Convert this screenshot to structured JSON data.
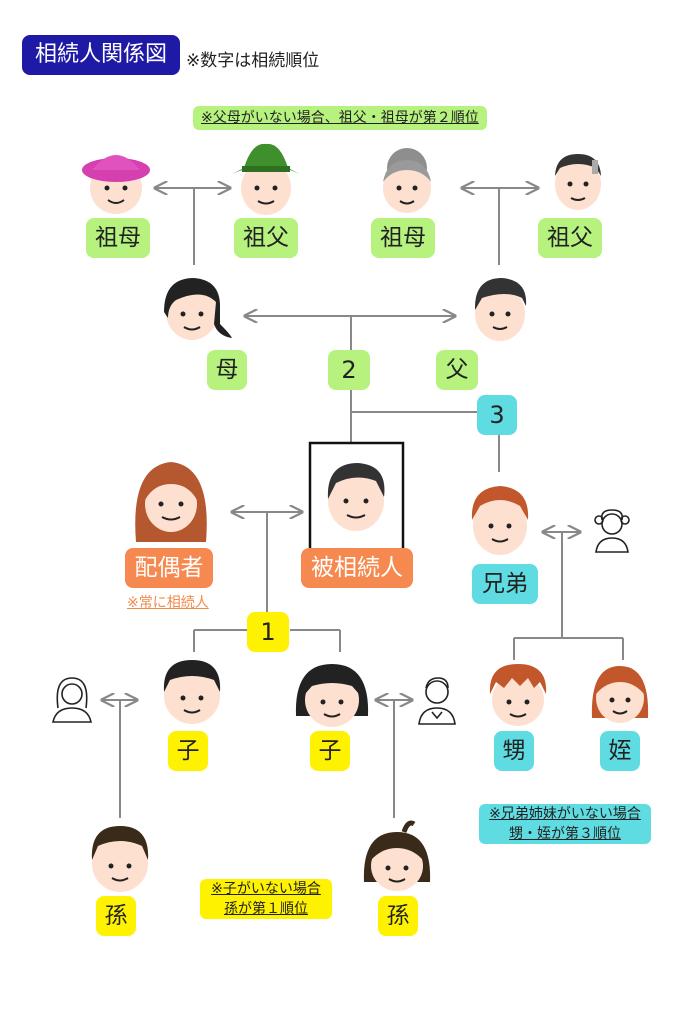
{
  "header": {
    "title": "相続人関係図",
    "subtitle": "※数字は相続順位"
  },
  "notes": {
    "grandparents": "※父母がいない場合、祖父・祖母が第２順位",
    "spouse": "※常に相続人",
    "grandchildren_line1": "※子がいない場合",
    "grandchildren_line2": "孫が第１順位",
    "nephew_line1": "※兄弟姉妹がいない場合",
    "nephew_line2": "甥・姪が第３順位"
  },
  "people": {
    "grandmother_left": "祖母",
    "grandfather_left": "祖父",
    "grandmother_right": "祖母",
    "grandfather_right": "祖父",
    "mother": "母",
    "father": "父",
    "spouse": "配偶者",
    "deceased": "被相続人",
    "sibling": "兄弟",
    "child_left": "子",
    "child_right": "子",
    "nephew": "甥",
    "niece": "姪",
    "grandchild_left": "孫",
    "grandchild_right": "孫"
  },
  "ranks": {
    "first": "1",
    "second": "2",
    "third": "3"
  },
  "colors": {
    "title_bg": "#1f1aa6",
    "green": "#b6f27d",
    "cyan": "#5fdce2",
    "yellow": "#fff200",
    "orange": "#f5894f"
  },
  "icons": [
    "grandmother-hat-icon",
    "grandfather-hat-icon",
    "grandmother-icon",
    "grandfather-icon",
    "mother-icon",
    "father-icon",
    "spouse-icon",
    "deceased-icon",
    "sibling-icon",
    "sibling-spouse-outline-icon",
    "child-left-icon",
    "child-right-icon",
    "child-spouse-female-outline-icon",
    "child-spouse-male-outline-icon",
    "nephew-icon",
    "niece-icon",
    "grandchild-left-icon",
    "grandchild-right-icon"
  ]
}
